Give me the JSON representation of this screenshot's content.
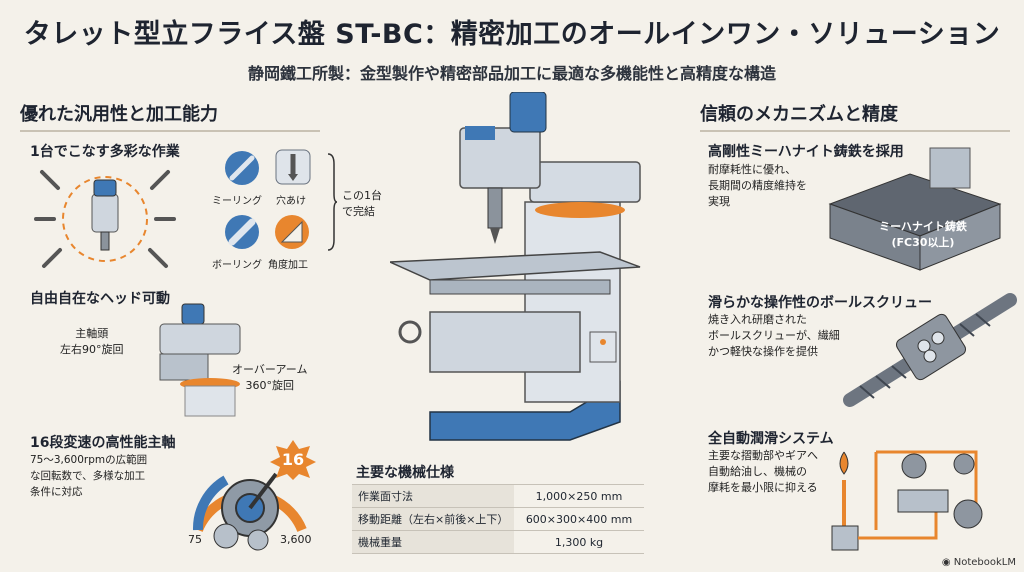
{
  "header": {
    "title": "タレット型立フライス盤 ST-BC：精密加工のオールインワン・ソリューション",
    "subtitle": "静岡鐵工所製：金型製作や精密部品加工に最適な多機能性と高精度な構造"
  },
  "left": {
    "section_title": "優れた汎用性と加工能力",
    "versatile": {
      "heading": "1台でこなす多彩な作業",
      "ops": [
        "ミーリング",
        "穴あけ",
        "ボーリング",
        "角度加工"
      ],
      "note": "この1台\nで完結"
    },
    "head": {
      "heading": "自由自在なヘッド可動",
      "spindle_label": "主軸頭\n左右90°旋回",
      "arm_label": "オーバーアーム\n360°旋回"
    },
    "spindle": {
      "heading": "16段変速の高性能主軸",
      "desc": "75～3,600rpmの広範囲\nな回転数で、多様な加工\n条件に対応",
      "badge": "16",
      "min": "75",
      "max": "3,600"
    }
  },
  "center": {
    "spec_title": "主要な機械仕様",
    "specs": [
      {
        "k": "作業面寸法",
        "v": "1,000×250 mm"
      },
      {
        "k": "移動距離（左右×前後×上下）",
        "v": "600×300×400 mm"
      },
      {
        "k": "機械重量",
        "v": "1,300 kg"
      }
    ]
  },
  "right": {
    "section_title": "信頼のメカニズムと精度",
    "cast": {
      "heading": "高剛性ミーハナイト鋳鉄を採用",
      "desc": "耐摩耗性に優れ、\n長期間の精度維持を\n実現",
      "label": "ミーハナイト鋳鉄\n(FC30以上)"
    },
    "screw": {
      "heading": "滑らかな操作性のボールスクリュー",
      "desc": "焼き入れ研磨された\nボールスクリューが、繊細\nかつ軽快な操作を提供"
    },
    "lube": {
      "heading": "全自動潤滑システム",
      "desc": "主要な摺動部やギアへ\n自動給油し、機械の\n摩耗を最小限に抑える"
    }
  },
  "footer": {
    "brand": "NotebookLM"
  },
  "colors": {
    "accent_orange": "#e8862e",
    "steel_blue": "#3f78b5",
    "bg": "#f4f1ea"
  }
}
